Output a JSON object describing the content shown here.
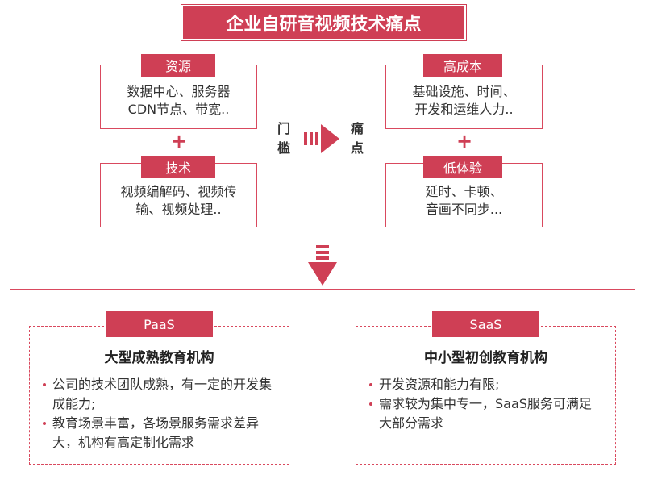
{
  "title": "企业自研音视频技术痛点",
  "threshold": {
    "resource": {
      "tag": "资源",
      "text": "数据中心、服务器\nCDN节点、带宽.."
    },
    "plus": "+",
    "technology": {
      "tag": "技术",
      "text": "视频编解码、视频传\n输、视频处理.."
    },
    "label": "门槛"
  },
  "pain": {
    "label": "痛点",
    "cost": {
      "tag": "高成本",
      "text": "基础设施、时间、\n开发和运维人力.."
    },
    "plus": "+",
    "experience": {
      "tag": "低体验",
      "text": "延时、卡顿、\n音画不同步..."
    }
  },
  "paas": {
    "tag": "PaaS",
    "title": "大型成熟教育机构",
    "bullets": [
      "公司的技术团队成熟，有一定的开发集成能力;",
      "教育场景丰富，各场景服务需求差异大，机构有高定制化需求"
    ]
  },
  "saas": {
    "tag": "SaaS",
    "title": "中小型初创教育机构",
    "bullets": [
      "开发资源和能力有限;",
      "需求较为集中专一，SaaS服务可满足大部分需求"
    ]
  },
  "colors": {
    "accent": "#cf3f55",
    "border": "#d9495e",
    "text": "#333333"
  }
}
